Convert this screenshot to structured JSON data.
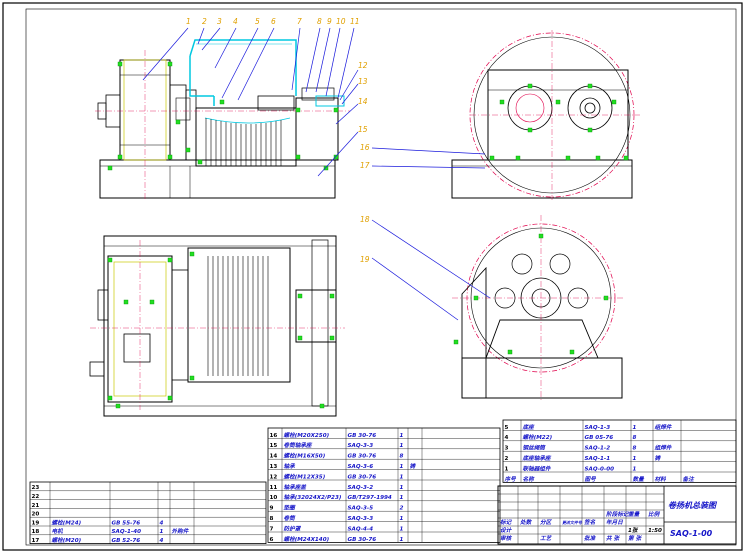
{
  "balloons": [
    "1",
    "2",
    "3",
    "4",
    "5",
    "6",
    "7",
    "8",
    "9",
    "10",
    "11",
    "12",
    "13",
    "14",
    "15",
    "16",
    "17",
    "18",
    "19"
  ],
  "drawing_no": "SAQ-1-00",
  "drawing_title": "卷扬机总装图",
  "bom_right": [
    {
      "no": "5",
      "name": "底座",
      "code": "SAQ-1-3",
      "qty": "1",
      "mat": "组焊件"
    },
    {
      "no": "4",
      "name": "螺栓(M22)",
      "code": "GB 05-76",
      "qty": "8",
      "mat": ""
    },
    {
      "no": "3",
      "name": "钢丝绳筒",
      "code": "SAQ-1-2",
      "qty": "8",
      "mat": "组焊件"
    },
    {
      "no": "2",
      "name": "底座轴承座",
      "code": "SAQ-1-1",
      "qty": "1",
      "mat": "铸"
    },
    {
      "no": "1",
      "name": "联轴器组件",
      "code": "SAQ-0-00",
      "qty": "1",
      "mat": ""
    }
  ],
  "bom_right_header": [
    "序号",
    "名称",
    "图号",
    "数量",
    "材料",
    "备注"
  ],
  "bom_mid": [
    {
      "no": "16",
      "name": "螺栓(M20X250)",
      "code": "GB 30-76",
      "qty": "1",
      "mat": ""
    },
    {
      "no": "15",
      "name": "卷筒轴承座",
      "code": "SAQ-3-3",
      "qty": "1",
      "mat": ""
    },
    {
      "no": "14",
      "name": "螺栓(M16X50)",
      "code": "GB 30-76",
      "qty": "8",
      "mat": ""
    },
    {
      "no": "13",
      "name": "轴承",
      "code": "SAQ-3-6",
      "qty": "1",
      "mat": "铸"
    },
    {
      "no": "12",
      "name": "螺栓(M12X35)",
      "code": "GB 30-76",
      "qty": "1",
      "mat": ""
    },
    {
      "no": "11",
      "name": "轴承座盖",
      "code": "SAQ-3-2",
      "qty": "1",
      "mat": ""
    },
    {
      "no": "10",
      "name": "轴承(32024X2/P23)",
      "code": "GB/T297-1994",
      "qty": "1",
      "mat": ""
    },
    {
      "no": "9",
      "name": "垫圈",
      "code": "SAQ-3-5",
      "qty": "2",
      "mat": ""
    },
    {
      "no": "8",
      "name": "卷筒",
      "code": "SAQ-3-3",
      "qty": "1",
      "mat": ""
    },
    {
      "no": "7",
      "name": "防护罩",
      "code": "SAQ-4-4",
      "qty": "1",
      "mat": ""
    },
    {
      "no": "6",
      "name": "螺栓(M24X140)",
      "code": "GB 30-76",
      "qty": "1",
      "mat": ""
    }
  ],
  "bom_left": [
    {
      "no": "23",
      "name": "",
      "code": "",
      "qty": "",
      "mat": ""
    },
    {
      "no": "22",
      "name": "",
      "code": "",
      "qty": "",
      "mat": ""
    },
    {
      "no": "21",
      "name": "",
      "code": "",
      "qty": "",
      "mat": ""
    },
    {
      "no": "20",
      "name": "",
      "code": "",
      "qty": "",
      "mat": ""
    },
    {
      "no": "19",
      "name": "螺栓(M24)",
      "code": "GB 55-76",
      "qty": "4",
      "mat": ""
    },
    {
      "no": "18",
      "name": "电机",
      "code": "SAQ-1-40",
      "qty": "1",
      "mat": "外购件"
    },
    {
      "no": "17",
      "name": "螺栓(M20)",
      "code": "GB 52-76",
      "qty": "4",
      "mat": ""
    }
  ],
  "title_block": {
    "scale": "1:50",
    "sheet": "1张",
    "labels": [
      "标记",
      "处数",
      "分区",
      "更改文件号",
      "签名",
      "年月日",
      "设计",
      "审核",
      "工艺",
      "批准",
      "阶段标记",
      "重量",
      "比例",
      "共 张",
      "第 张"
    ]
  },
  "colors": {
    "outline": "#000000",
    "center": "#e0004a",
    "leader": "#1a1adc",
    "bolt": "#22dd22",
    "guard": "#00c8e0",
    "text_table": "#1515c8",
    "balloon": "#e0a000"
  }
}
